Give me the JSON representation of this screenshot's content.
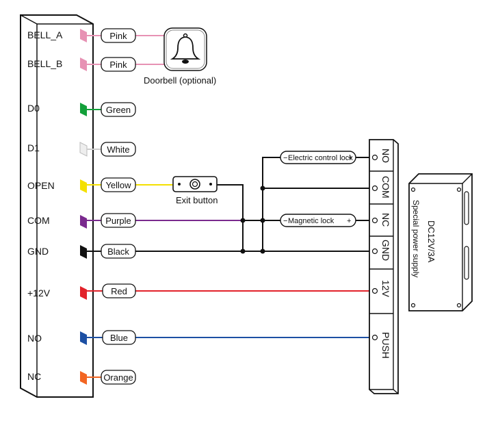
{
  "controller": {
    "terminals": [
      "BELL_A",
      "BELL_B",
      "D0",
      "D1",
      "OPEN",
      "COM",
      "GND",
      "+12V",
      "NO",
      "NC"
    ]
  },
  "wires": [
    {
      "label": "Pink",
      "color": "#e792b4"
    },
    {
      "label": "Pink",
      "color": "#e792b4"
    },
    {
      "label": "Green",
      "color": "#13a03a"
    },
    {
      "label": "White",
      "color": "#eeeeee"
    },
    {
      "label": "Yellow",
      "color": "#f4e000"
    },
    {
      "label": "Purple",
      "color": "#7a2a8e"
    },
    {
      "label": "Black",
      "color": "#111111"
    },
    {
      "label": "Red",
      "color": "#e2222a"
    },
    {
      "label": "Blue",
      "color": "#1c4fa3"
    },
    {
      "label": "Orange",
      "color": "#f26522"
    }
  ],
  "doorbell": {
    "caption": "Doorbell (optional)",
    "icon": "bell-icon"
  },
  "exit_button": {
    "caption": "Exit button"
  },
  "locks": {
    "electric": "Electric control lock",
    "magnetic": "Magnetic lock"
  },
  "power_terminals": [
    "NO",
    "COM",
    "NC",
    "GND",
    "12V",
    "PUSH"
  ],
  "power_supply": {
    "rating": "DC12V/3A",
    "name": "Special power supply"
  }
}
